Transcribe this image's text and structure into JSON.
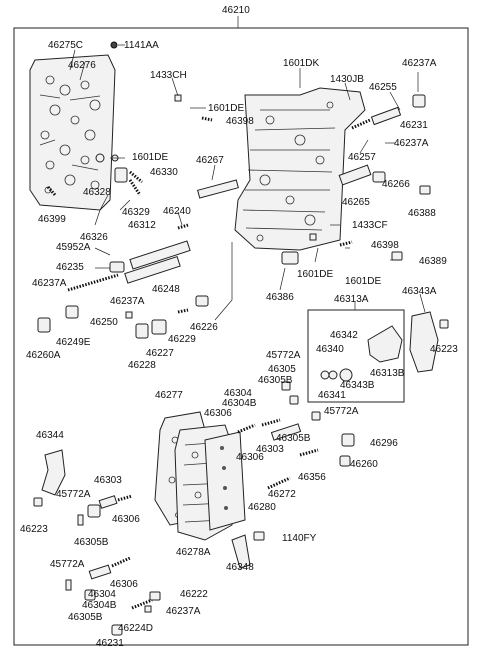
{
  "main_label": "46210",
  "labels": {
    "p46275C": "46275C",
    "p1141AA": "1141AA",
    "p46276": "46276",
    "p1433CH": "1433CH",
    "p1601DK": "1601DK",
    "p46237A_1": "46237A",
    "p1430JB": "1430JB",
    "p46255": "46255",
    "p1601DE_1": "1601DE",
    "p46398_1": "46398",
    "p46231_1": "46231",
    "p1601DE_2": "1601DE",
    "p46330": "46330",
    "p46267": "46267",
    "p46257": "46257",
    "p46237A_2": "46237A",
    "p46328": "46328",
    "p46266": "46266",
    "p46399": "46399",
    "p46329": "46329",
    "p46240": "46240",
    "p46265": "46265",
    "p46388": "46388",
    "p46312": "46312",
    "p46326": "46326",
    "p1433CF": "1433CF",
    "p45952A": "45952A",
    "p46398_2": "46398",
    "p46235": "46235",
    "p1601DE_3": "1601DE",
    "p46389": "46389",
    "p46237A_3": "46237A",
    "p46248": "46248",
    "p1601DE_4": "1601DE",
    "p46386": "46386",
    "p46313A": "46313A",
    "p46343A": "46343A",
    "p46237A_4": "46237A",
    "p46250": "46250",
    "p46226": "46226",
    "p46249E": "46249E",
    "p46229": "46229",
    "p46342": "46342",
    "p46340": "46340",
    "p46223_1": "46223",
    "p46260A": "46260A",
    "p46227": "46227",
    "p46228": "46228",
    "p46313B": "46313B",
    "p46343B": "46343B",
    "p46341": "46341",
    "p45772A_1": "45772A",
    "p46305": "46305",
    "p46305B_1": "46305B",
    "p46277": "46277",
    "p46304_1": "46304",
    "p46304B_1": "46304B",
    "p45772A_2": "45772A",
    "p46306_1": "46306",
    "p46344": "46344",
    "p46305B_2": "46305B",
    "p46296": "46296",
    "p46306_2": "46306",
    "p46303_1": "46303",
    "p46260": "46260",
    "p46356": "46356",
    "p46303_2": "46303",
    "p46272": "46272",
    "p45772A_3": "45772A",
    "p46306_3": "46306",
    "p46280": "46280",
    "p46223_2": "46223",
    "p46305B_3": "46305B",
    "p1140FY": "1140FY",
    "p46278A": "46278A",
    "p46348": "46348",
    "p45772A_4": "45772A",
    "p46306_4": "46306",
    "p46304_2": "46304",
    "p46222": "46222",
    "p46304B_2": "46304B",
    "p46305B_4": "46305B",
    "p46237A_5": "46237A",
    "p46224D": "46224D",
    "p46231_2": "46231"
  }
}
